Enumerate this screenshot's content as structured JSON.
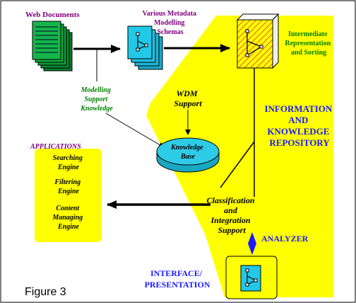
{
  "diagram": {
    "web_documents": "Web Documents",
    "metadata_schemas": [
      "Various Metadata",
      "Modelling",
      "Schemas"
    ],
    "intermediate": [
      "Intermediate",
      "Representation",
      "and Sorting"
    ],
    "modelling_support": [
      "Modelling",
      "Support",
      "Knowledge"
    ],
    "wdm_support": [
      "WDM",
      "Support"
    ],
    "repository": [
      "INFORMATION",
      "AND",
      "KNOWLEDGE",
      "REPOSITORY"
    ],
    "knowledge_base": [
      "Knowledge",
      "Base"
    ],
    "applications_title": "APPLICATIONS",
    "applications": [
      [
        "Searching",
        "Engine"
      ],
      [
        "Filtering",
        "Engine"
      ],
      [
        "Content",
        "Managing",
        "Engine"
      ]
    ],
    "classification": [
      "Classification",
      "and",
      "Integration",
      "Support"
    ],
    "analyzer": "ANALYZER",
    "interface": [
      "INTERFACE/",
      "PRESENTATION"
    ],
    "figure_caption": "Figure 3"
  },
  "colors": {
    "highlight": "#ffff00",
    "apps_box": "#ffff00",
    "purple_text": "#800080",
    "green_text": "#008000",
    "blue_text": "#1a1aff",
    "kb_fill": "#2ecbe6",
    "doc_green": "#0f9a3a",
    "schema_cyan": "#22c8e8"
  }
}
